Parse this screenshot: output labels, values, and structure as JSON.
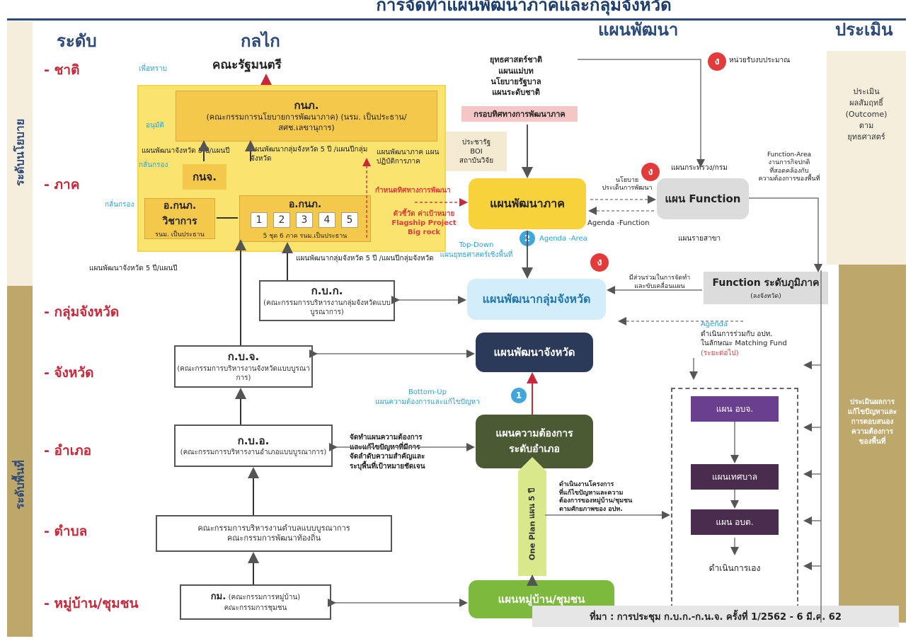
{
  "title": "การจัดทำแผนพัฒนาภาคและกลุ่มจังหวัด",
  "headers": {
    "level": "ระดับ",
    "mechanism": "กลไก",
    "plan": "แผนพัฒนา",
    "evaluation": "ประเมิน"
  },
  "side": {
    "policy": "ระดับนโยบาย",
    "area": "ระดับพื้นที่"
  },
  "levels": {
    "nation": "- ชาติ",
    "region": "- ภาค",
    "cluster": "- กลุ่มจังหวัด",
    "province": "- จังหวัด",
    "district": "- อำเภอ",
    "subdistrict": "- ตำบล",
    "village": "- หมู่บ้าน/ชุมชน"
  },
  "mechanism": {
    "cabinet": "คณะรัฐมนตรี",
    "for_info": "เพื่อทราบ",
    "approve": "อนุมัติ",
    "screen": "กลั่นกรอง",
    "screen2": "กลั่นกรอง",
    "kpb_title": "กนภ.",
    "kpb_desc": "(คณะกรรมการนโยบายการพัฒนาภาค) (นรม. เป็นประธาน/สศช.เลขานุการ)",
    "knj": "กนจ.",
    "okpb_tech_title": "อ.กนภ.",
    "okpb_tech_sub": "วิชาการ",
    "okpb_tech_note": "รนม. เป็นประธาน",
    "okpb_title": "อ.กนภ.",
    "okpb_nums": [
      "1",
      "2",
      "3",
      "4",
      "5"
    ],
    "okpb_note": "5 ชุด 6 ภาค รนม.เป็นประธาน",
    "prov5_top": "แผนพัฒนาจังหวัด 5 ปี/แผนปี",
    "cluster5_top": "แผนพัฒนากลุ่มจังหวัด 5 ปี /แผนปีกลุ่มจังหวัด",
    "region_plan_note": "แผนพัฒนาภาค แผนปฏิบัติการภาค",
    "prov5_bottom": "แผนพัฒนาจังหวัด 5 ปี/แผนปี",
    "cluster5_bottom": "แผนพัฒนากลุ่มจังหวัด 5 ปี /แผนปีกลุ่มจังหวัด",
    "kbk_title": "ก.บ.ก.",
    "kbk_desc": "(คณะกรรมการบริหารงานกลุ่มจังหวัดแบบบูรณาการ)",
    "kbj_title": "ก.บ.จ.",
    "kbj_desc": "(คณะกรรมการบริหารงานจังหวัดแบบบูรณาการ)",
    "kbo_title": "ก.บ.อ.",
    "kbo_desc": "(คณะกรรมการบริหารงานอำเภอแบบบูรณาการ)",
    "tambon_1": "คณะกรรมการบริหารงานตำบลแบบบูรณาการ",
    "tambon_2": "คณะกรรมการพัฒนาท้องถิ่น",
    "village_title": "กม.",
    "village_desc": "(คณะกรรมการหมู่บ้าน)",
    "village_desc2": "คณะกรรมการชุมชน"
  },
  "plans": {
    "national_1": "ยุทธศาสตร์ชาติ",
    "national_2": "แผนแม่บท",
    "national_3": "นโยบายรัฐบาล",
    "national_4": "แผนระดับชาติ",
    "region_guideline": "กรอบทิศทางการพัฒนาภาค",
    "public_1": "ประชารัฐ",
    "public_2": "BOI",
    "public_3": "สถาบันวิจัย",
    "region_direction": "กำหนดทิศทางการพัฒนา",
    "indicators_1": "ตัวชี้วัด ค่าเป้าหมาย",
    "indicators_2": "Flagship Project",
    "indicators_3": "Big rock",
    "region_plan": "แผนพัฒนาภาค",
    "policy_dev_1": "นโยบาย",
    "policy_dev_2": "ประเด็นการพัฒนา",
    "agenda_function": "Agenda -Function",
    "function_plan": "แผน Function",
    "ministry_plan": "แผนกระทรวง/กรม",
    "sector_plan": "แผนรายสาขา",
    "func_area_1": "Function-Area",
    "func_area_2": "งานการกิจปกติ",
    "func_area_3": "ที่สอดคล้องกับ",
    "func_area_4": "ความต้องการของพื้นที่",
    "top_down": "Top-Down",
    "top_down_desc": "แผนยุทธศาสตร์เชิงพื้นที่",
    "agenda_area": "Agenda -Area",
    "cluster_plan": "แผนพัฒนากลุ่มจังหวัด",
    "func_regional": "Function ระดับภูมิภาค",
    "func_regional_sub": "(ลงจังหวัด)",
    "participate_1": "มีส่วนร่วมในการจัดทำ",
    "participate_2": "และขับเคลื่อนแผน",
    "agenda": "Agenda",
    "agenda_desc_1": "ดำเนินการร่วมกับ อปท.",
    "agenda_desc_2": "ในลักษณะ Matching Fund",
    "agenda_desc_3": "(ระยะต่อไป)",
    "province_plan": "แผนพัฒนาจังหวัด",
    "bottom_up": "Bottom-Up",
    "bottom_up_desc": "แผนความต้องการและแก้ไขปัญหา",
    "district_need_1": "แผนความต้องการ",
    "district_need_2": "ระดับอำเภอ",
    "district_text_1": "จัดทำแผนความต้องการ",
    "district_text_2": "และแก้ไขปัญหาที่มีการ",
    "district_text_3": "จัดลำดับความสำคัญและ",
    "district_text_4": "ระบุพื้นที่เป้าหมายชัดเจน",
    "oneplan": "One Plan",
    "oneplan_sub": "แผน 5 ปี",
    "project_1": "ดำเนินงานโครงการ",
    "project_2": "ที่แก้ไขปัญหาและความ",
    "project_3": "ต้องการของหมู่บ้าน/ชุมชน",
    "project_4": "ตามศักยภาพของ อปท.",
    "village_plan": "แผนหมู่บ้าน/ชุมชน",
    "local_1": "แผน อบจ.",
    "local_2": "แผนเทศบาล",
    "local_3": "แผน อบต.",
    "local_4": "ดำเนินการเอง",
    "notify_agency": "หน่วยรับงบประมาณ"
  },
  "evaluation": {
    "outcome_1": "ประเมิน",
    "outcome_2": "ผลสัมฤทธิ์",
    "outcome_3": "(Outcome)",
    "outcome_4": "ตาม",
    "outcome_5": "ยุทธศาสตร์",
    "area_1": "ประเมินผลการ",
    "area_2": "แก้ไขปัญหาและ",
    "area_3": "การตอบสนอง",
    "area_4": "ความต้องการ",
    "area_5": "ของพื้นที่"
  },
  "markers": {
    "one": "1",
    "two": "2",
    "alert": "ง"
  },
  "source": "ที่มา : การประชุม ก.บ.ก.-ก.น.จ. ครั้งที่ 1/2562 - 6 มี.ค. 62"
}
